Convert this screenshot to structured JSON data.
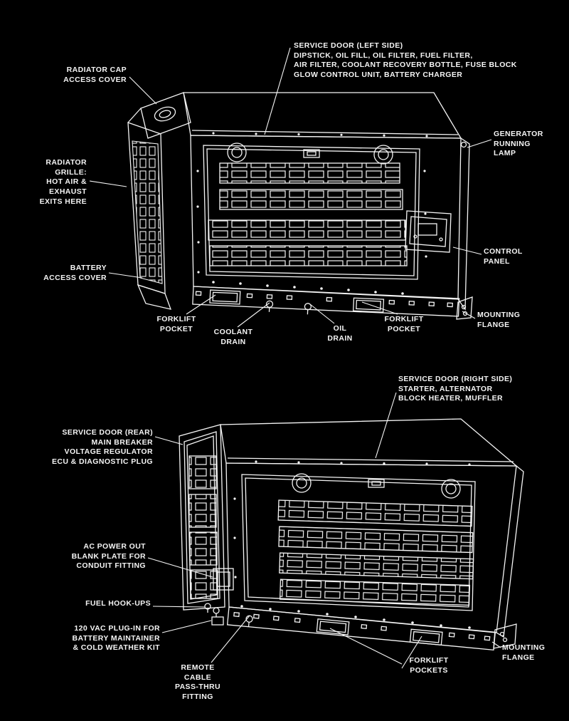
{
  "meta": {
    "description": "Generator set service points technical diagram, two views",
    "colors": {
      "background": "#000000",
      "line": "#f5f5f5",
      "text": "#f5f5f5"
    }
  },
  "views": {
    "left_side": {
      "name": "Generator left side view",
      "labels": {
        "radiator_cap": "RADIATOR CAP\nACCESS COVER",
        "service_door_left": "SERVICE DOOR (LEFT SIDE)\nDIPSTICK, OIL FILL, OIL FILTER, FUEL FILTER,\nAIR FILTER, COOLANT RECOVERY BOTTLE, FUSE BLOCK\nGLOW CONTROL UNIT, BATTERY CHARGER",
        "generator_running_lamp": "GENERATOR\nRUNNING\nLAMP",
        "radiator_grille": "RADIATOR\nGRILLE:\nHOT AIR &\nEXHAUST\nEXITS HERE",
        "battery_access": "BATTERY\nACCESS COVER",
        "control_panel": "CONTROL\nPANEL",
        "mounting_flange": "MOUNTING\nFLANGE",
        "forklift_pocket_left": "FORKLIFT\nPOCKET",
        "coolant_drain": "COOLANT\nDRAIN",
        "oil_drain": "OIL\nDRAIN",
        "forklift_pocket_right": "FORKLIFT\nPOCKET"
      }
    },
    "rear_right": {
      "name": "Generator rear / right side view",
      "labels": {
        "service_door_right": "SERVICE DOOR (RIGHT SIDE)\nSTARTER, ALTERNATOR\nBLOCK HEATER, MUFFLER",
        "service_door_rear": "SERVICE DOOR (REAR)\nMAIN BREAKER\nVOLTAGE REGULATOR\nECU & DIAGNOSTIC PLUG",
        "ac_power_out": "AC POWER OUT\nBLANK PLATE FOR\nCONDUIT FITTING",
        "fuel_hookups": "FUEL HOOK-UPS",
        "vac_plug_in": "120 VAC PLUG-IN FOR\nBATTERY MAINTAINER\n& COLD WEATHER KIT",
        "remote_cable": "REMOTE CABLE\nPASS-THRU\nFITTING",
        "forklift_pockets": "FORKLIFT\nPOCKETS",
        "mounting_flange": "MOUNTING\nFLANGE"
      }
    }
  }
}
